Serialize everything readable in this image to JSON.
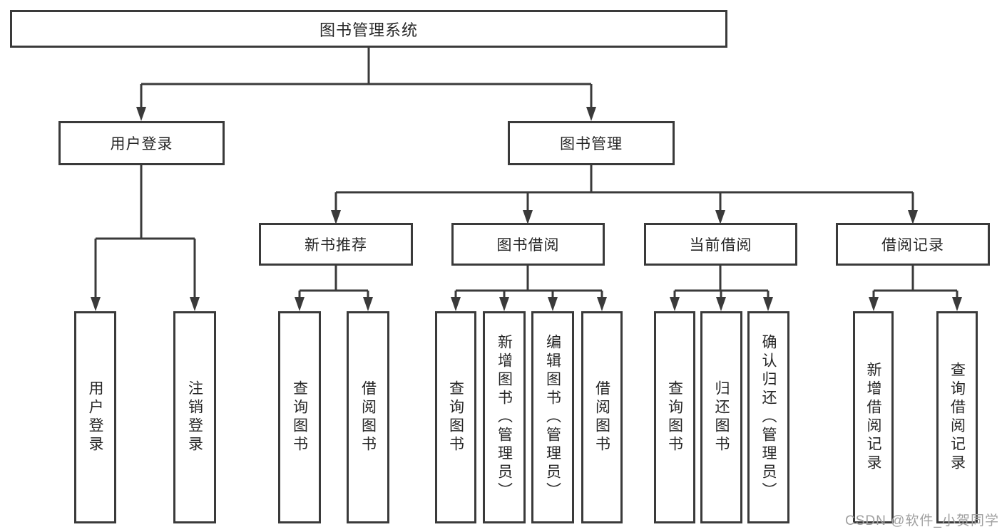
{
  "diagram": {
    "root": "图书管理系统",
    "level2": {
      "user_login": "用户登录",
      "book_management": "图书管理"
    },
    "level3": {
      "new_book_recommend": "新书推荐",
      "book_borrow": "图书借阅",
      "current_borrow": "当前借阅",
      "borrow_record": "借阅记录"
    },
    "leaves": {
      "user_login": [
        "用户登录",
        "注销登录"
      ],
      "new_book_recommend": [
        "查询图书",
        "借阅图书"
      ],
      "book_borrow": [
        "查询图书",
        "新增图书（管理员）",
        "编辑图书（管理员）",
        "借阅图书"
      ],
      "current_borrow": [
        "查询图书",
        "归还图书",
        "确认归还（管理员）"
      ],
      "borrow_record": [
        "新增借阅记录",
        "查询借阅记录"
      ]
    }
  },
  "watermark": "CSDN @软件_小贺同学",
  "colors": {
    "line": "#3a3a3a",
    "box_border": "#3a3a3a",
    "text": "#262626",
    "watermark": "#a0a0a0",
    "background": "#ffffff"
  }
}
